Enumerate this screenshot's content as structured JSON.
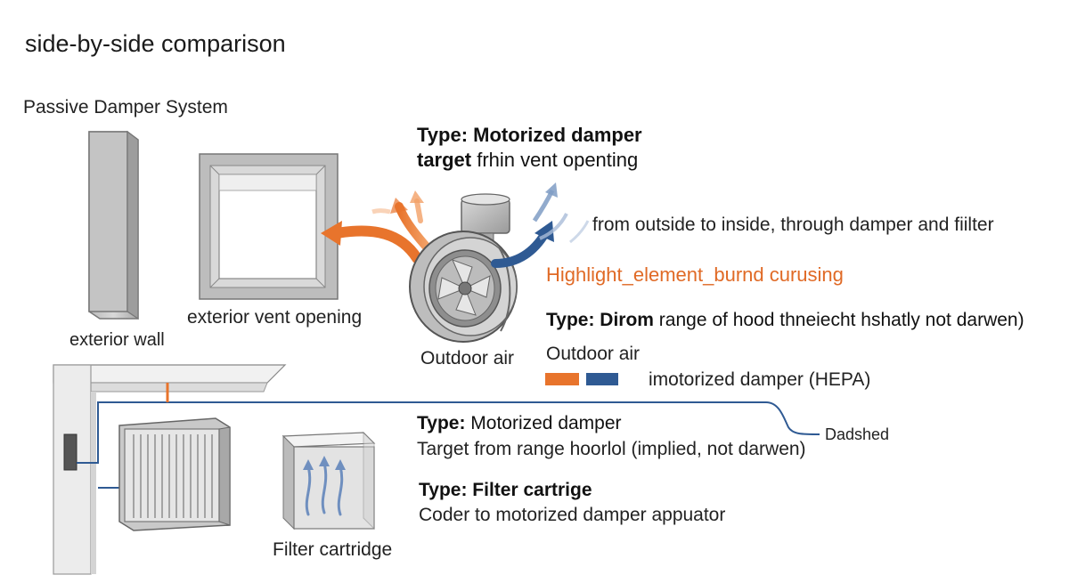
{
  "title": "side-by-side comparison",
  "system_title": "Passive Damper System",
  "labels": {
    "exterior_wall": "exterior wall",
    "exterior_vent": "exterior vent opening",
    "outdoor_air": "Outdoor air",
    "filter_cartridge": "Filter cartridge",
    "dashed": "Dadshed"
  },
  "callouts": {
    "type1": "Type: Motorized damper",
    "target1_bold": "target",
    "target1_rest": " frhin vent openting",
    "flow": "from outside to inside, through damper and fiilter",
    "highlight": "Highlight_element_burnd curusing",
    "type2_bold": "Type: Dirom",
    "type2_rest": " range of hood thneiecht hshatly not darwen)",
    "legend_outdoor": "Outdoor air",
    "legend_damper": "imotorized damper (HEPA)",
    "type3_bold": "Type:",
    "type3_rest": " Motorized damper",
    "target3": "Target from range hoorlol (implied, not darwen)",
    "type4": "Type: Filter cartrige",
    "coder": "Coder to motorized damper appuator"
  },
  "colors": {
    "orange_airflow": "#e8742c",
    "blue_airflow": "#2f5a93",
    "highlight_text": "#e06a26"
  },
  "icons": [
    "exterior-wall-panel",
    "vent-frame",
    "fan-damper",
    "filter-grille",
    "filter-cartridge",
    "orange-arrow",
    "blue-arrow"
  ]
}
